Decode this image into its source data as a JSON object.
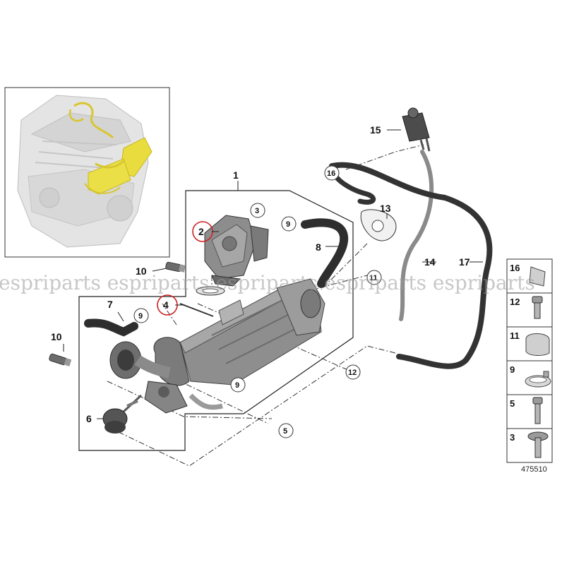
{
  "diagram": {
    "watermark": "espriparts espriparts espriparts espriparts espriparts",
    "reference_number": "475510",
    "highlight_color": "#cc2222",
    "callouts": {
      "main_assembly": "1",
      "egr_valve": "2",
      "screw_top": "3",
      "gasket": "4",
      "screw_lower": "5",
      "vacuum_actuator": "6",
      "hose_left": "7",
      "hose_right": "8",
      "clamp_left": "9",
      "clamp_right_top": "9",
      "clamp_lower": "9",
      "stud_top": "10",
      "stud_left": "10",
      "clip_right": "11",
      "screw_right": "12",
      "gasket_right": "13",
      "vacuum_line": "14",
      "converter": "15",
      "holder": "16",
      "vacuum_hose_long": "17"
    },
    "legend": [
      {
        "num": "16",
        "icon": "holder-icon"
      },
      {
        "num": "12",
        "icon": "screw-icon"
      },
      {
        "num": "11",
        "icon": "clip-icon"
      },
      {
        "num": "9",
        "icon": "hose-clamp-icon"
      },
      {
        "num": "5",
        "icon": "screw-icon"
      },
      {
        "num": "3",
        "icon": "flange-screw-icon"
      }
    ]
  }
}
